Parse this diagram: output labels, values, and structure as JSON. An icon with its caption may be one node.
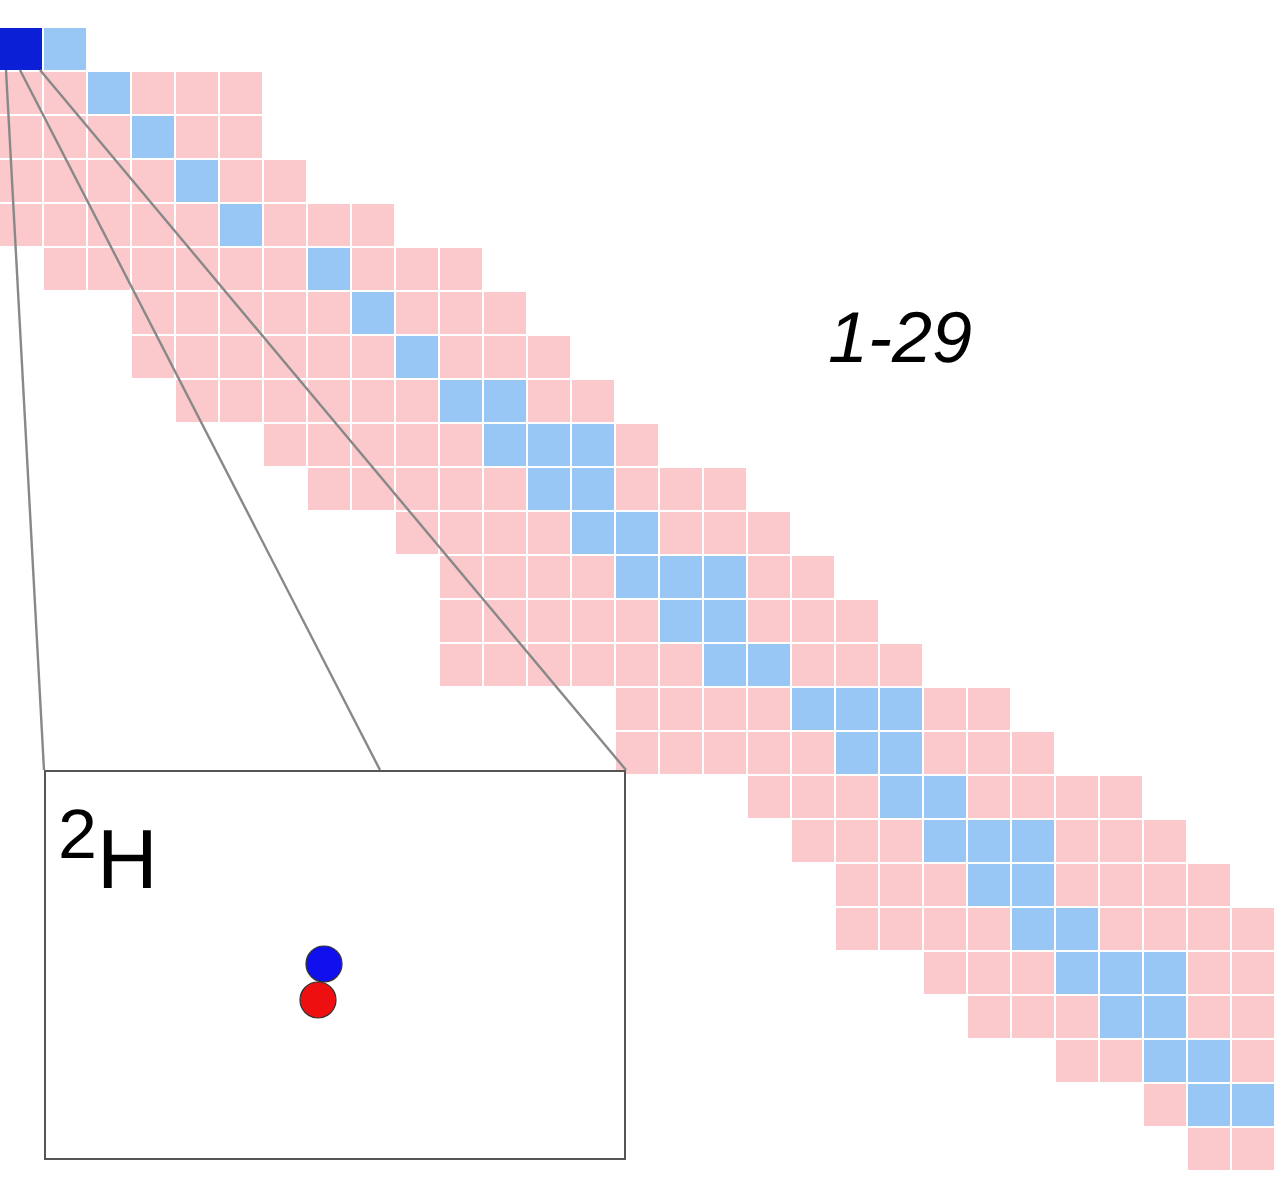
{
  "diagram": {
    "nodes": [
      {
        "text": [],
        "shape": "box"
      },
      {
        "text": [
          "$^{2}$H"
        ]
      }
    ],
    "edges": [
      {
        "from": 0,
        "to": 1,
        "arrow": "none"
      },
      {
        "from": 0,
        "to": 1,
        "arrow": "none"
      },
      {
        "from": 0,
        "to": 1,
        "arrow": "none"
      }
    ],
    "labels": [
      "1-29"
    ]
  }
}
